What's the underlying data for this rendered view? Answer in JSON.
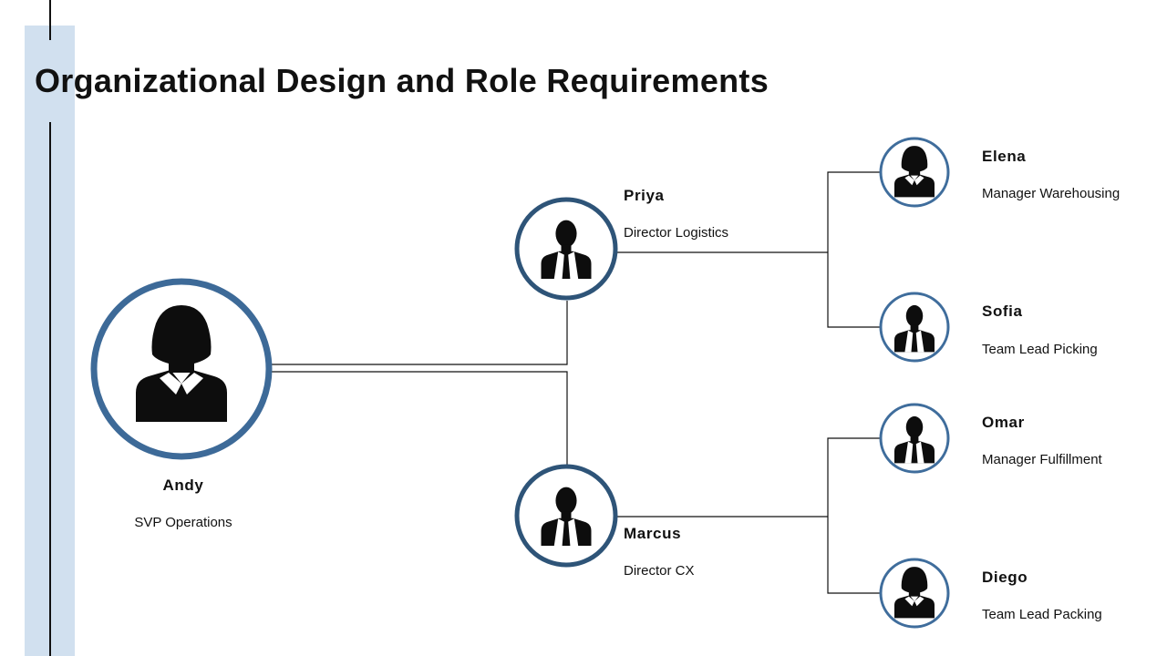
{
  "title": "Organizational Design and Role Requirements",
  "colors": {
    "ring_main": "#3d6a98",
    "ring_director": "#2e5478",
    "ring_report": "#3f6d9c",
    "side_band": "#d1e0ef",
    "connector": "#111111",
    "silhouette": "#0d0d0d"
  },
  "people": {
    "andy": {
      "name": "Andy",
      "role": "SVP Operations",
      "icon": "female-avatar-icon"
    },
    "priya": {
      "name": "Priya",
      "role": "Director Logistics",
      "icon": "male-avatar-icon"
    },
    "marcus": {
      "name": "Marcus",
      "role": "Director CX",
      "icon": "male-avatar-icon"
    },
    "elena": {
      "name": "Elena",
      "role": "Manager Warehousing",
      "icon": "female-avatar-icon"
    },
    "sofia": {
      "name": "Sofia",
      "role": "Team Lead Picking",
      "icon": "male-avatar-icon"
    },
    "omar": {
      "name": "Omar",
      "role": "Manager Fulfillment",
      "icon": "male-avatar-icon"
    },
    "diego": {
      "name": "Diego",
      "role": "Team Lead Packing",
      "icon": "female-avatar-icon"
    }
  }
}
